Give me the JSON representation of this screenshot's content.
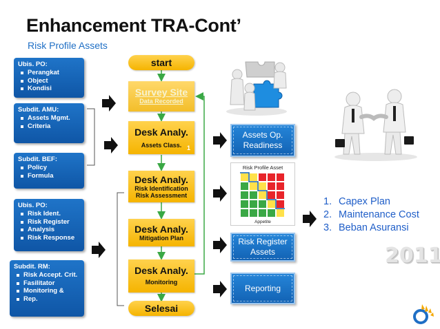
{
  "header": {
    "title": "Enhancement TRA-Cont’",
    "subtitle": "Risk Profile Assets"
  },
  "left_boxes": [
    {
      "heading": "Ubis. PO:",
      "items": [
        "Perangkat",
        "Object",
        "Kondisi"
      ]
    },
    {
      "heading": "Subdit. AMU:",
      "items": [
        "Assets Mgmt.",
        "Criteria"
      ]
    },
    {
      "heading": "Subdit. BEF:",
      "items": [
        "Policy",
        "Formula"
      ]
    },
    {
      "heading": "Ubis. PO:",
      "items": [
        "Risk Ident.",
        "Risk Register",
        "Analysis",
        "Risk Response"
      ]
    },
    {
      "heading": "Subdit. RM:",
      "items": [
        "Risk Accept. Crit.",
        "Fasilitator",
        "Monitoring &",
        "Rep."
      ]
    }
  ],
  "flow": {
    "start": "start",
    "survey_title": "Survey Site",
    "survey_sub": "Data Recorded",
    "desk1_title": "Desk Analy.",
    "desk1_sub": "Assets Class.",
    "desk1_num": "1",
    "desk2_title": "Desk Analy.",
    "desk2_sub1": "Risk Identification",
    "desk2_sub2": "Risk Assessment",
    "desk3_title": "Desk Analy.",
    "desk3_sub": "Mitigation Plan",
    "desk4_title": "Desk Analy.",
    "desk4_sub": "Monitoring",
    "end": "Selesai"
  },
  "outputs": {
    "assets_line1": "Assets Op.",
    "assets_line2": "Readiness",
    "risk_profile_title": "Risk Profile Asset",
    "risk_profile_axis": "Appetite",
    "register_line1": "Risk Register",
    "register_line2": "Assets",
    "reporting": "Reporting"
  },
  "outcomes": [
    "Capex Plan",
    "Maintenance Cost",
    "Beban Asuransi"
  ],
  "year_badge": "2011",
  "heatmap": {
    "rows": [
      [
        "#ffe14a",
        "#ffe14a",
        "#e8242a",
        "#e8242a",
        "#e8242a"
      ],
      [
        "#3aa845",
        "#ffe14a",
        "#ffe14a",
        "#e8242a",
        "#e8242a"
      ],
      [
        "#3aa845",
        "#3aa845",
        "#ffe14a",
        "#e8242a",
        "#e8242a"
      ],
      [
        "#3aa845",
        "#3aa845",
        "#3aa845",
        "#ffe14a",
        "#e8242a"
      ],
      [
        "#3aa845",
        "#3aa845",
        "#3aa845",
        "#3aa845",
        "#ffe14a"
      ]
    ]
  },
  "colors": {
    "accent_blue": "#1262b4",
    "flow_yellow": "#f5b400",
    "connector_green": "#3aa845",
    "title_blue": "#1f6fc5"
  }
}
